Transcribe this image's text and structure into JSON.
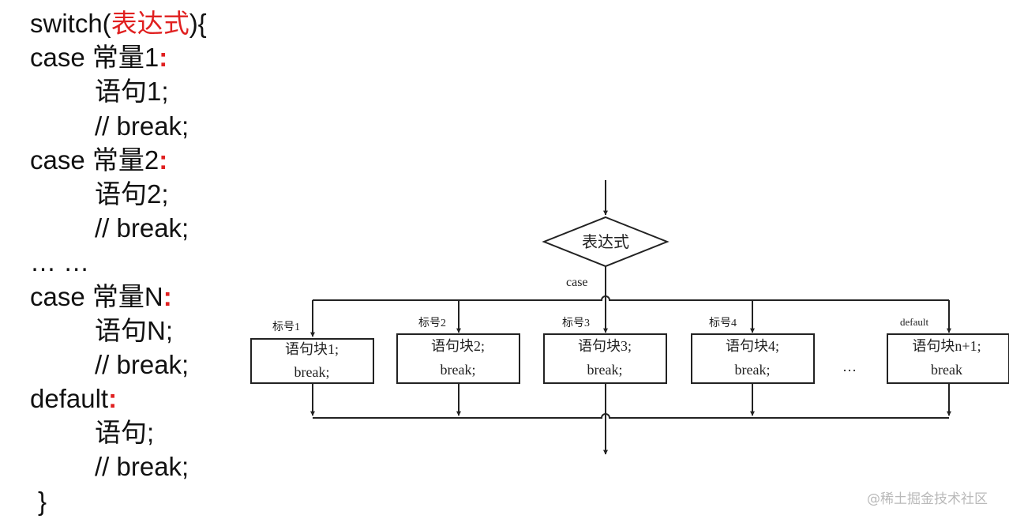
{
  "code": {
    "switch_kw": "switch(",
    "switch_expr": "表达式",
    "switch_end": "){",
    "case_kw": "case ",
    "case1_const": "常量1",
    "case2_const": "常量2",
    "caseN_const": "常量N",
    "colon": ":",
    "stmt1": "语句1;",
    "stmt2": "语句2;",
    "stmtN": "语句N;",
    "break_comment": "// break;",
    "ellipsis": "… …",
    "default_kw": "default",
    "default_stmt": "语句;",
    "close_brace": "}"
  },
  "flowchart": {
    "decision": "表达式",
    "case_label": "case",
    "branches": [
      {
        "label": "标号1",
        "block": "语句块1;",
        "brk": "break;"
      },
      {
        "label": "标号2",
        "block": "语句块2;",
        "brk": "break;"
      },
      {
        "label": "标号3",
        "block": "语句块3;",
        "brk": "break;"
      },
      {
        "label": "标号4",
        "block": "语句块4;",
        "brk": "break;"
      },
      {
        "label": "default",
        "block": "语句块n+1;",
        "brk": "break"
      }
    ],
    "gap_ellipsis": "…"
  },
  "watermark": "@稀土掘金技术社区",
  "colors": {
    "keyword_red": "#e02020",
    "text": "#111111",
    "watermark": "#b9b9b9"
  }
}
